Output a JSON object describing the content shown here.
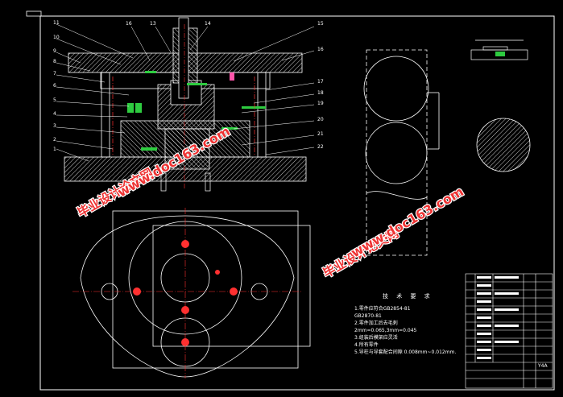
{
  "colors": {
    "background": "#000000",
    "line": "#ffffff",
    "hatch": "#ffffff",
    "part_green": "#2ecc40",
    "centerline_red": "#ff3030",
    "watermark": "#e33333"
  },
  "part_labels": {
    "left": [
      "11",
      "10",
      "9",
      "8",
      "7",
      "6",
      "5",
      "4",
      "3",
      "2",
      "1"
    ],
    "top": [
      "16",
      "13",
      "14",
      "15"
    ],
    "right": [
      "16",
      "17",
      "18",
      "19",
      "20",
      "21",
      "22"
    ]
  },
  "watermarks": {
    "site_cn": "毕业设计论文网",
    "site_url": "www.doc163.com"
  },
  "tech_requirements": {
    "title": "技 术 要 求",
    "lines": [
      "1.零件应符合GB2854-81",
      "GB2870-81",
      "2.零件加工后去毛刺",
      "2mm=0.065,3mm=0.045",
      "3.组装后模架应灵活",
      "4.所有零件",
      "5.导柱与导套配合间隙 0.008mm~0.012mm."
    ]
  },
  "title_block": {
    "label": "Y4A"
  }
}
